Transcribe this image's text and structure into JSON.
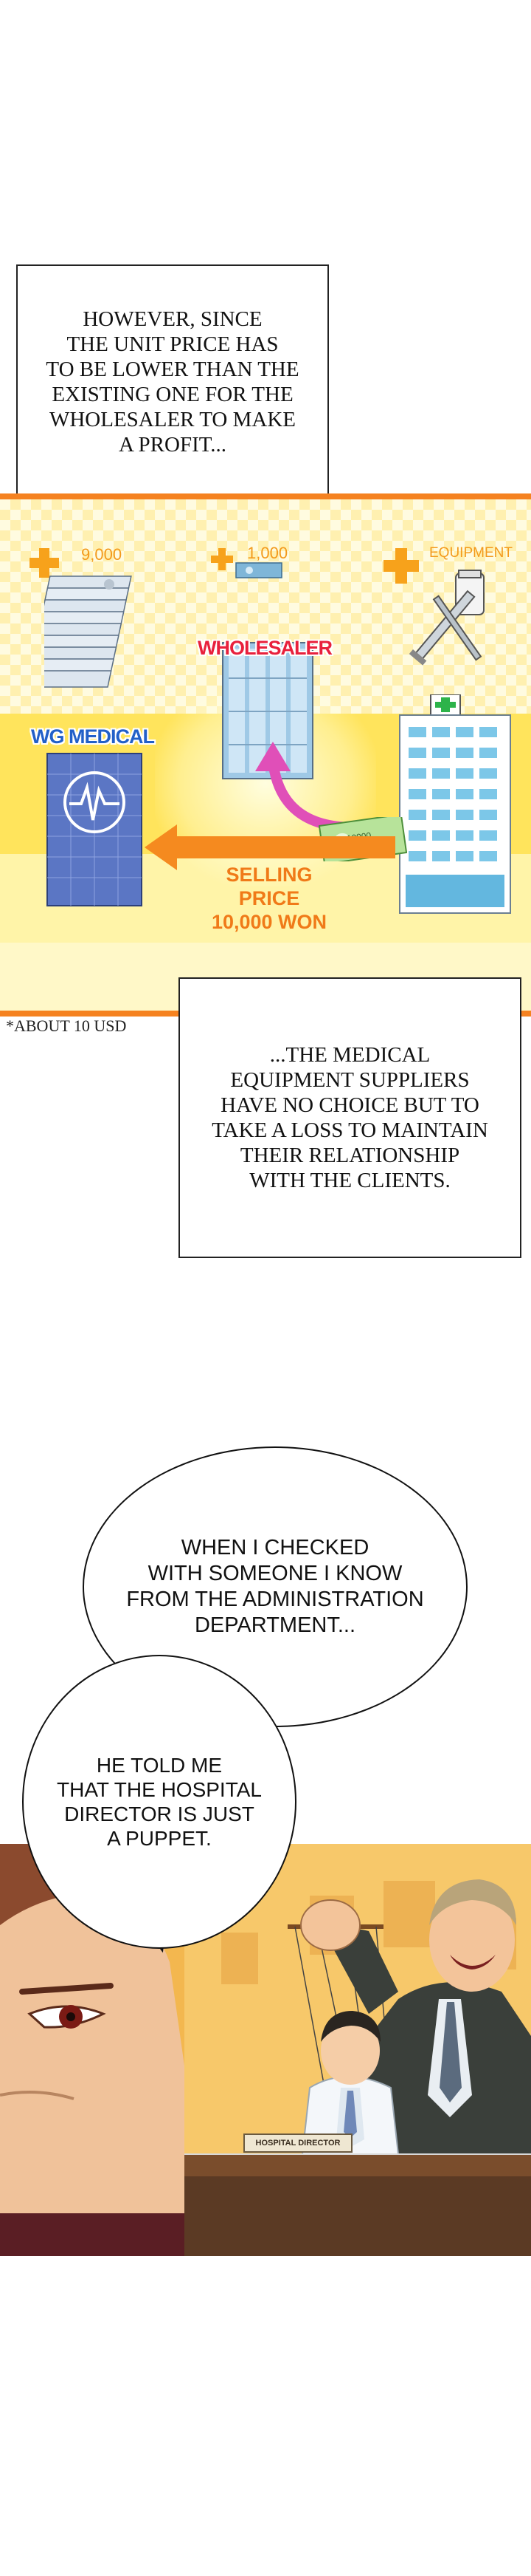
{
  "captions": {
    "top": "HOWEVER, SINCE\nTHE UNIT PRICE HAS\nTO BE LOWER THAN THE\nEXISTING ONE FOR THE\nWHOLESALER TO MAKE\nA PROFIT...",
    "middle": "...THE MEDICAL\nEQUIPMENT SUPPLIERS\nHAVE NO CHOICE BUT TO\nTAKE A LOSS TO MAINTAIN\nTHEIR RELATIONSHIP\nWITH THE CLIENTS."
  },
  "infographic": {
    "money_left_label": "9,000",
    "money_center_label": "1,000",
    "equipment_label": "EQUIPMENT",
    "wholesaler_label": "WHOLESALER",
    "company_label": "WG MEDICAL",
    "price_line1": "SELLING PRICE",
    "price_line2": "10,000 WON",
    "banknote_text": "10000",
    "colors": {
      "orange": "#f58220",
      "red": "#e8203c",
      "blue": "#2260c8",
      "pink": "#e04fb8"
    }
  },
  "footnote": "*ABOUT 10 USD",
  "bubbles": {
    "first": "WHEN I CHECKED\nWITH SOMEONE I KNOW\nFROM THE ADMINISTRATION\nDEPARTMENT...",
    "second": "HE TOLD ME\nTHAT THE HOSPITAL\nDIRECTOR IS JUST\nA PUPPET."
  },
  "scene": {
    "nameplate": "HOSPITAL DIRECTOR"
  }
}
